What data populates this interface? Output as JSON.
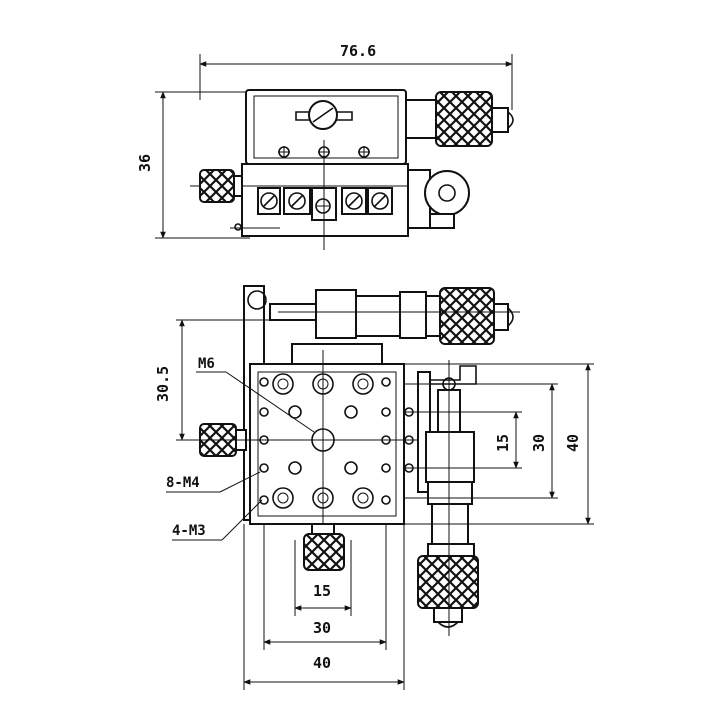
{
  "drawing": {
    "top_view": {
      "dim_width": "76.6",
      "dim_height": "36"
    },
    "bottom_view": {
      "dim_left_height": "30.5",
      "dim_right_inner": "15",
      "dim_right_mid": "30",
      "dim_right_outer": "40",
      "dim_bottom_inner": "15",
      "dim_bottom_mid": "30",
      "dim_bottom_outer": "40",
      "callout_thread_center": "M6",
      "callout_thread_mount": "8-M4",
      "callout_thread_small": "4-M3"
    }
  }
}
